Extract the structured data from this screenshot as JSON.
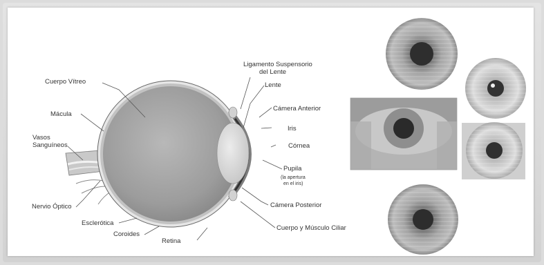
{
  "labels": {
    "cuerpo_vitreo": "Cuerpo Vítreo",
    "macula": "Mácula",
    "vasos_1": "Vasos",
    "vasos_2": "Sanguíneos",
    "nervio": "Nervio Óptico",
    "esclerotica": "Esclerótica",
    "coroides": "Coroides",
    "retina": "Retina",
    "ligamento_1": "Ligamento Suspensorio",
    "ligamento_2": "del Lente",
    "lente": "Lente",
    "camara_anterior": "Cámera Anterior",
    "iris": "Iris",
    "cornea": "Córnea",
    "pupila": "Pupila",
    "pupila_note_1": "(la apertura",
    "pupila_note_2": "en el iris)",
    "camara_posterior": "Cámera Posterior",
    "cuerpo_musculo": "Cuerpo y Músculo Ciliar"
  },
  "colors": {
    "background": "#ffffff",
    "frame": "#d8d8d8",
    "eye_body": "#a0a0a0",
    "lens": "#d9d9d9",
    "iris_gray": "#9a9a9a",
    "pupil": "#2b2b2b"
  }
}
